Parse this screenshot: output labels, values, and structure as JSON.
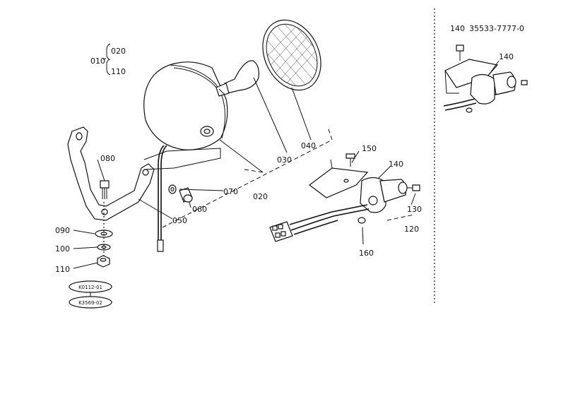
{
  "diagram": {
    "labels": {
      "p010": "010",
      "p020a": "020",
      "p110a": "110",
      "p080": "080",
      "p070": "070",
      "p060": "060",
      "p050": "050",
      "p020b": "020",
      "p030": "030",
      "p040": "040",
      "p090": "090",
      "p100": "100",
      "p110b": "110",
      "p150": "150",
      "p140a": "140",
      "p130": "130",
      "p120": "120",
      "p160": "160",
      "p140b": "140",
      "inset_part_no": "140",
      "inset_code": "35533-7777-0"
    },
    "serial_badges": {
      "top": "K0112-01",
      "bottom": "K3569-02"
    }
  }
}
